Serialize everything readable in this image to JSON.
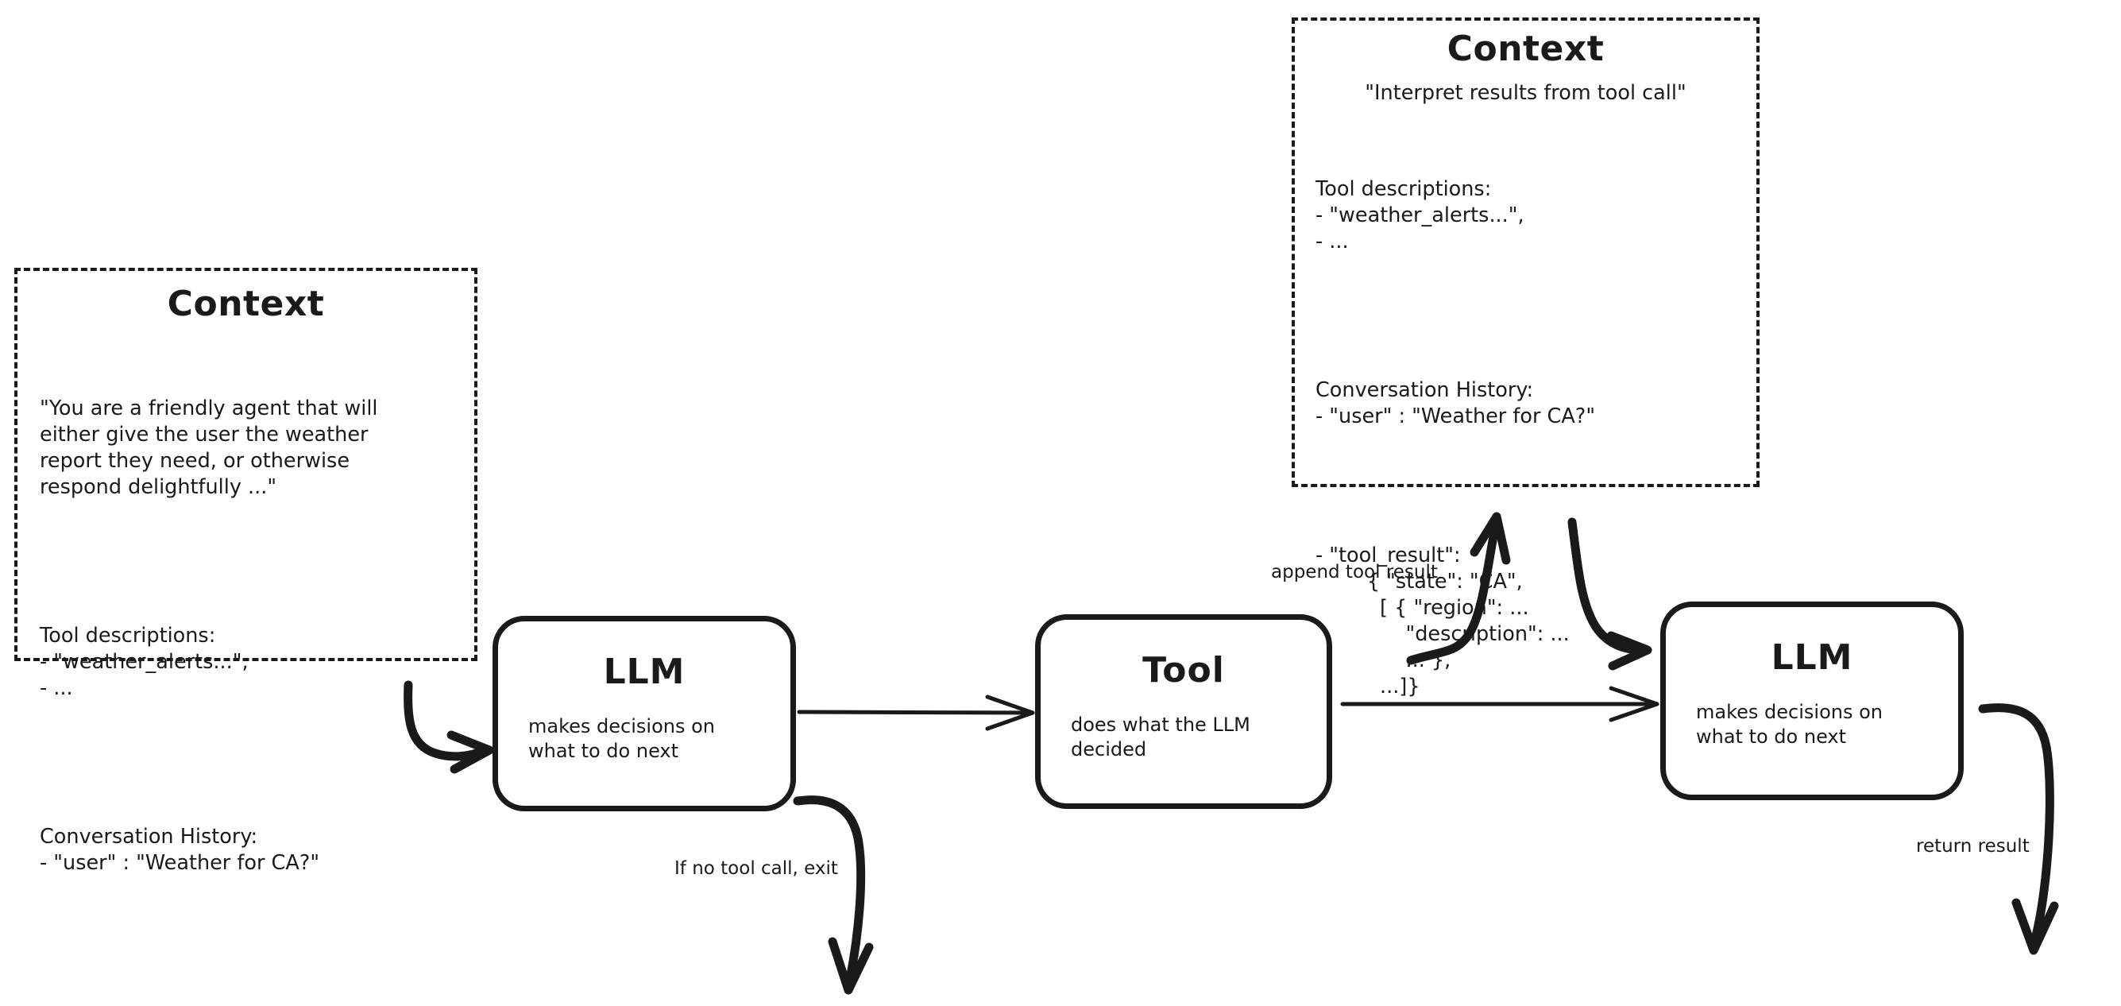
{
  "diagram": {
    "title": "LLM agent loop with tool call",
    "stroke_color": "#1a1a1a",
    "background_color": "#ffffff"
  },
  "context_left": {
    "title": "Context",
    "lines": [
      "\"You are a friendly agent that will",
      "either give the user the weather",
      "report they need, or otherwise",
      "respond delightfully ...\""
    ],
    "tool_descriptions_header": "Tool descriptions:",
    "tool_descriptions": [
      "- \"weather_alerts...\",",
      "- ..."
    ],
    "conversation_header": "Conversation History:",
    "conversation": [
      "- \"user\" : \"Weather for CA?\""
    ]
  },
  "context_right": {
    "title": "Context",
    "quote": "\"Interpret results from tool call\"",
    "tool_descriptions_header": "Tool descriptions:",
    "tool_descriptions": [
      "- \"weather_alerts...\",",
      "- ..."
    ],
    "conversation_header": "Conversation History:",
    "conversation": [
      "- \"user\" : \"Weather for CA?\""
    ],
    "tool_result_header": "- \"tool_result\":",
    "tool_result_lines": [
      "        { \"state\": \"CA\",",
      "          [ { \"region\": ...",
      "              \"description\": ...",
      "              ... },",
      "          ...]}"
    ]
  },
  "nodes": {
    "llm_1": {
      "title": "LLM",
      "subtitle": "makes decisions on\nwhat to do next"
    },
    "tool": {
      "title": "Tool",
      "subtitle": "does what the LLM\ndecided"
    },
    "llm_2": {
      "title": "LLM",
      "subtitle": "makes decisions on\nwhat to do next"
    }
  },
  "edges": {
    "exit_label": "If no tool call, exit",
    "append_label": "append tool result",
    "return_label": "return result"
  }
}
